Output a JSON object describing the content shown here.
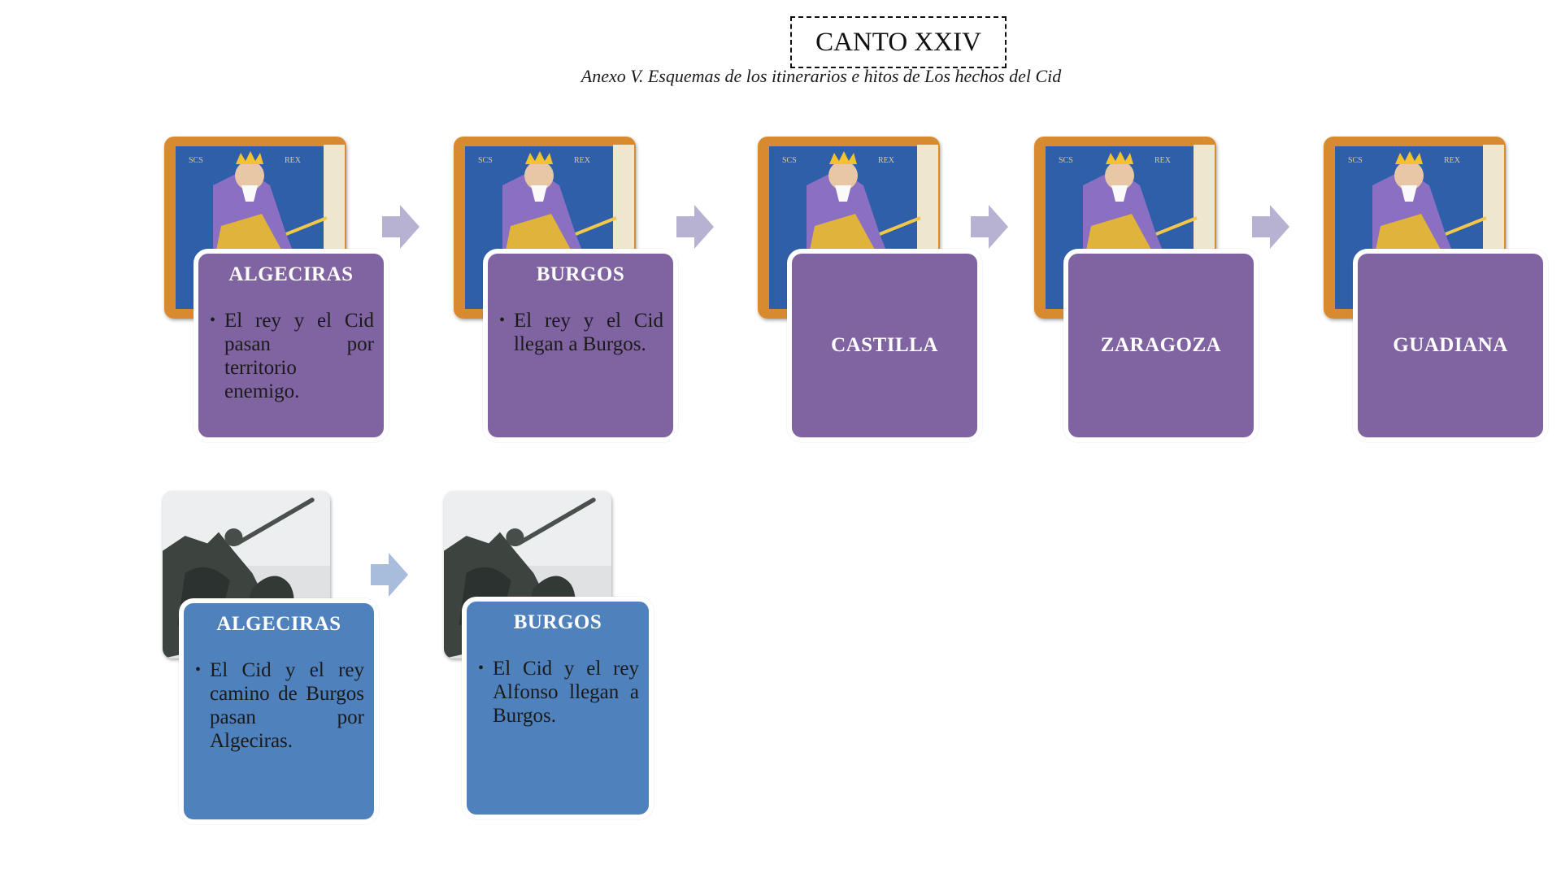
{
  "header": {
    "title": "CANTO XXIV",
    "subtitle": "Anexo V. Esquemas de los itinerarios e hitos de Los hechos del Cid"
  },
  "rows": [
    {
      "image": "king-alfonso-miniature-image",
      "color": "#8064a2",
      "nodes": [
        {
          "title": "ALGECIRAS",
          "text": "El rey y el Cid pasan por territorio enemigo."
        },
        {
          "title": "BURGOS",
          "text": "El rey y el Cid llegan a Burgos."
        },
        {
          "title": "CASTILLA",
          "text": ""
        },
        {
          "title": "ZARAGOZA",
          "text": ""
        },
        {
          "title": "GUADIANA",
          "text": ""
        }
      ]
    },
    {
      "image": "cid-statue-image",
      "color": "#4f81bd",
      "nodes": [
        {
          "title": "ALGECIRAS",
          "text": "El Cid y el rey camino de Burgos pasan por Algeciras."
        },
        {
          "title": "BURGOS",
          "text": "El Cid y el rey Alfonso llegan a Burgos."
        }
      ]
    }
  ],
  "colors": {
    "purple": "#8064a2",
    "blue": "#4f81bd",
    "arrow": "#b8b2d2",
    "arrow_blue": "#a8bcdb"
  }
}
